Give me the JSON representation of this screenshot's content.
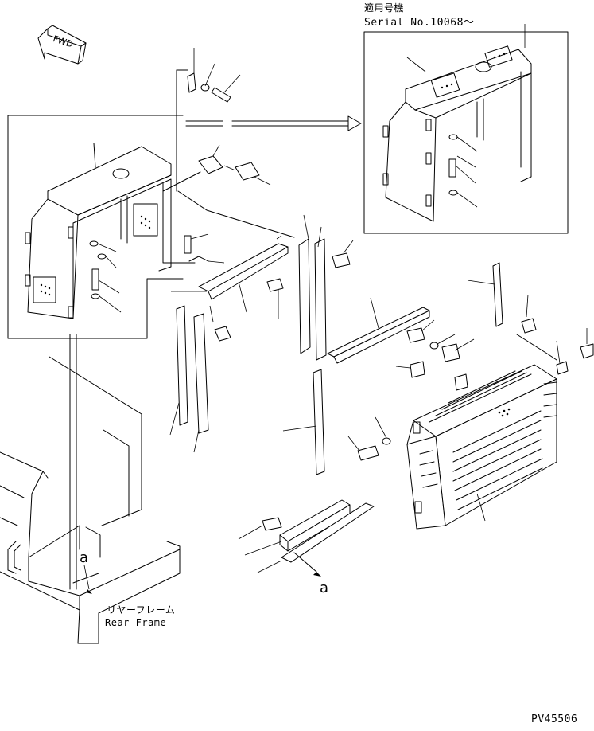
{
  "serial_box": {
    "applicable_label": "適用号機",
    "serial_label": "Serial No.10068～"
  },
  "direction_arrow": {
    "label": "FWD"
  },
  "rear_frame": {
    "label_jp": "リヤーフレーム",
    "label_en": "Rear Frame"
  },
  "reference": {
    "mark_near_frame": "a",
    "mark_near_rails": "a"
  },
  "drawing_code": "PV45506"
}
